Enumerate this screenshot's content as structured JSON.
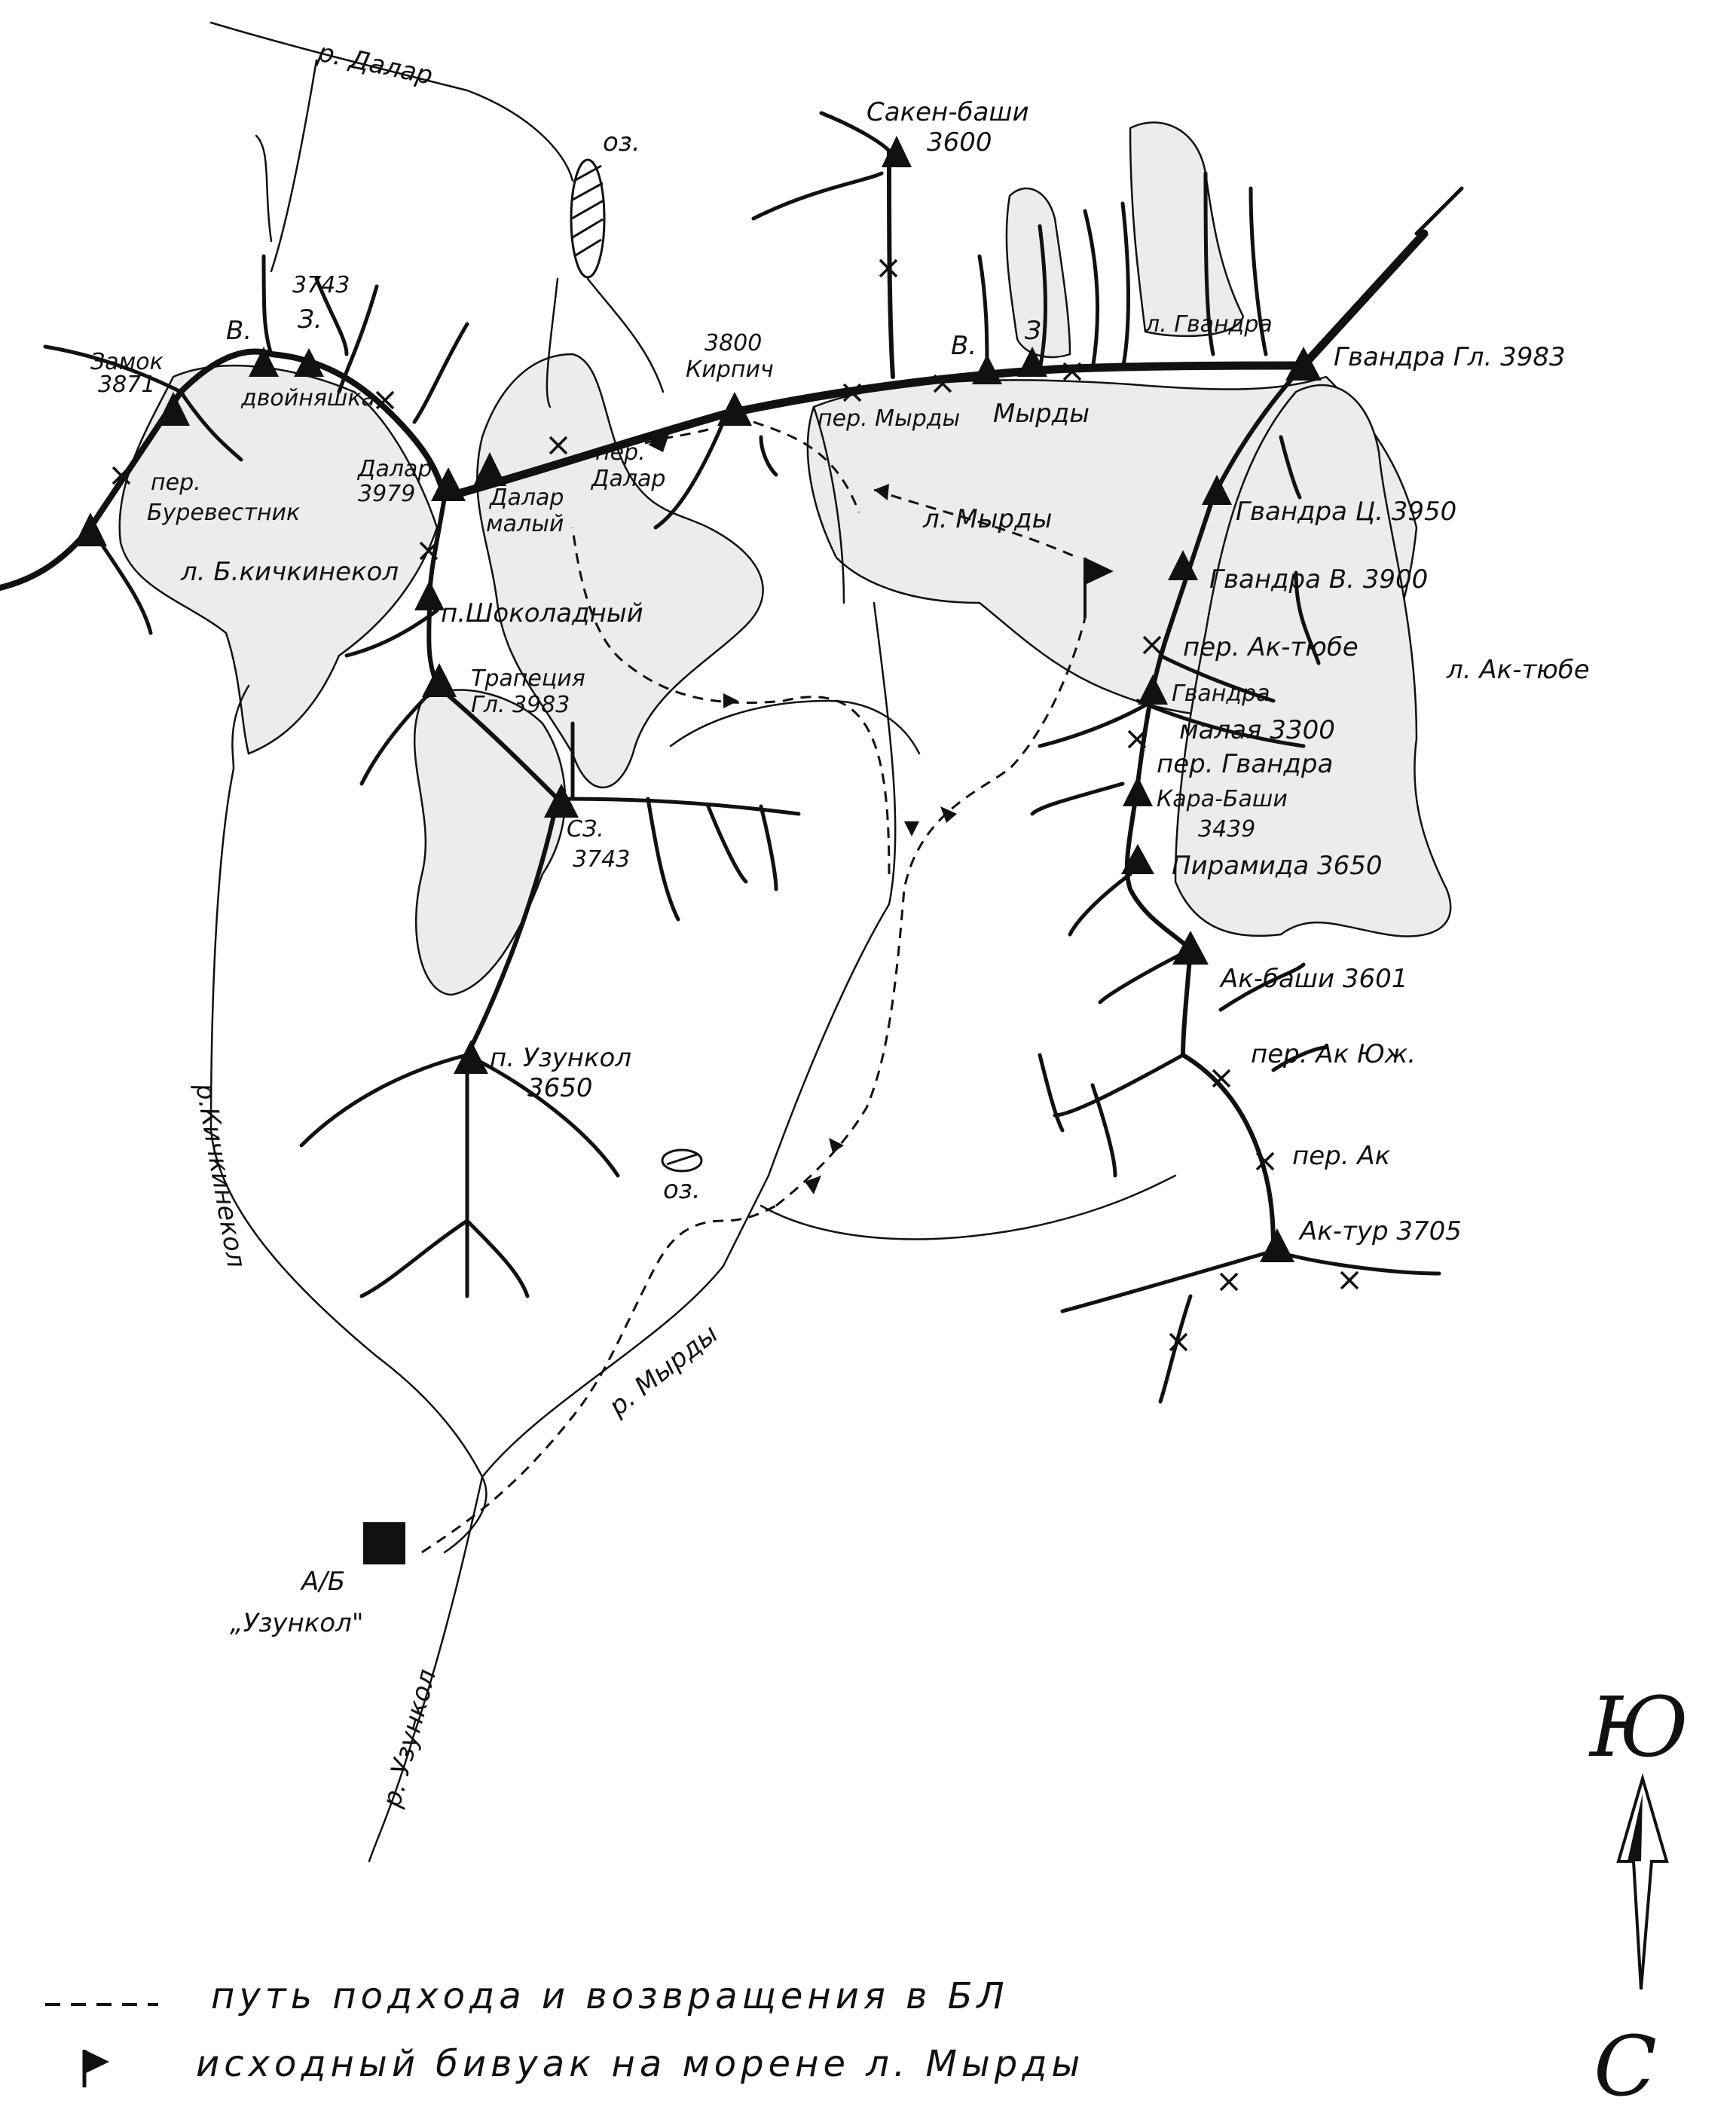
{
  "map": {
    "legend": {
      "route_label": "путь подхода и возвращения в БЛ",
      "bivouac_label": "исходный бивуак на морене  л. Мырды"
    },
    "compass": {
      "north_letter": "Ю",
      "south_letter": "С"
    },
    "rivers": {
      "dalar": "р. Далар",
      "kichkinekol": "р.Кичкинекол",
      "myrdy": "р. Мырды",
      "uzunkol": "р. Узункол"
    },
    "lakes": {
      "lake1": "оз.",
      "lake2": "оз."
    },
    "peaks": {
      "saken_bashi": "Сакен-баши",
      "saken_bashi_h": "3600",
      "zamok": "Замок",
      "zamok_h": "3871",
      "dvoyashka_v": "В.",
      "dvoyashka_z": "З.",
      "dvoyashka_h": "3743",
      "dvoyashka": "двойняшка",
      "dalar": "Далар",
      "dalar_h": "3979",
      "kirpich_h": "3800",
      "kirpich": "Кирпич",
      "myrdy_v": "В.",
      "myrdy_z": "З.",
      "myrdy": "Мырды",
      "gvandra_gl": "Гвандра Гл. 3983",
      "gvandra_c": "Гвандра Ц. 3950",
      "gvandra_v": "Гвандра В. 3900",
      "gvandra_malaya_1": "Гвандра",
      "gvandra_malaya_2": "малая 3300",
      "kara_bashi_1": "Кара-Баши",
      "kara_bashi_2": "3439",
      "piramida": "Пирамида 3650",
      "ak_bashi": "Ак-баши 3601",
      "ak_tur": "Ак-тур 3705",
      "shokoladny": "п.Шоколадный",
      "trapeciya_1": "Трапеция",
      "trapeciya_2": "Гл. 3983",
      "sz_1": "СЗ.",
      "sz_2": "3743",
      "uzunkol_p": "п. Узункол",
      "uzunkol_h": "3650"
    },
    "passes": {
      "burevestnik_1": "пер.",
      "burevestnik_2": "Буревестник",
      "dalar_1": "пер.",
      "dalar_2": "Далар",
      "dalar_maly_1": "Далар",
      "dalar_maly_2": "малый",
      "myrdy": "пер. Мырды",
      "ak_tyube": "пер. Ак-тюбе",
      "gvandra": "пер. Гвандра",
      "ak_yuzh": "пер. Ак Юж.",
      "ak": "пер. Ак"
    },
    "glaciers": {
      "b_kichkinekol": "л. Б.кичкинекол",
      "myrdy": "л. Мырды",
      "gvandra": "л. Гвандра",
      "ak_tyube": "л. Ак-тюбе"
    },
    "base": {
      "line1": "А/Б",
      "line2": "„Узункол\""
    }
  }
}
